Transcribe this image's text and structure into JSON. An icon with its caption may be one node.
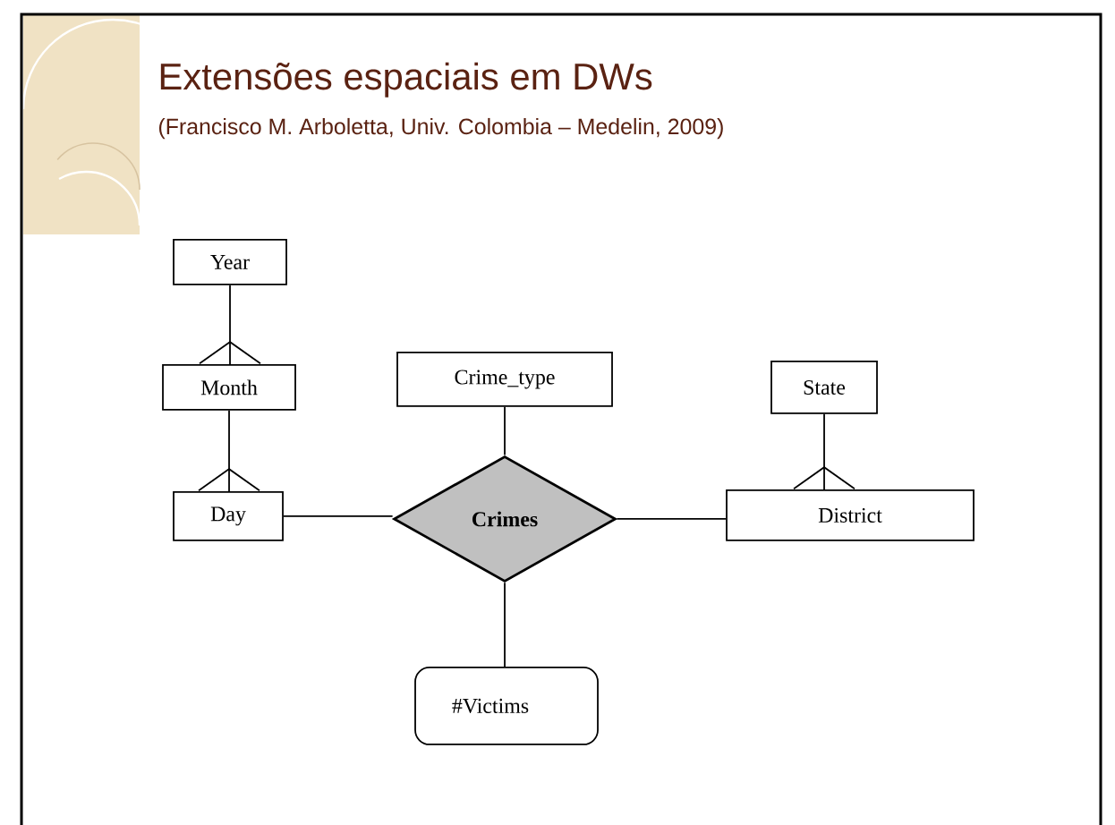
{
  "diagram": {
    "title": "Extensões espaciais em DWs",
    "caption": "(Francisco M.  Arboletta, Univ. Colombia – Medelin, 2009)",
    "nodes": [
      {
        "text": [
          "Year"
        ]
      },
      {
        "text": [
          "Month"
        ]
      },
      {
        "text": [
          "Crime_type"
        ]
      },
      {
        "text": [
          "Day"
        ]
      },
      {
        "text": [
          "Crimes"
        ]
      },
      {
        "text": [
          "State"
        ]
      },
      {
        "text": [
          "District"
        ]
      },
      {
        "text": [
          "#Victims"
        ]
      }
    ],
    "edges": [
      {
        "from": 0,
        "to": 1,
        "arrow": "other"
      },
      {
        "from": 1,
        "to": 3,
        "arrow": "other"
      },
      {
        "from": 5,
        "to": 6,
        "arrow": "other"
      },
      {
        "from": 3,
        "to": 4,
        "arrow": "none"
      },
      {
        "from": 2,
        "to": 4,
        "arrow": "none"
      },
      {
        "from": 4,
        "to": 6,
        "arrow": "none"
      },
      {
        "from": 4,
        "to": 7,
        "arrow": "none"
      }
    ]
  }
}
